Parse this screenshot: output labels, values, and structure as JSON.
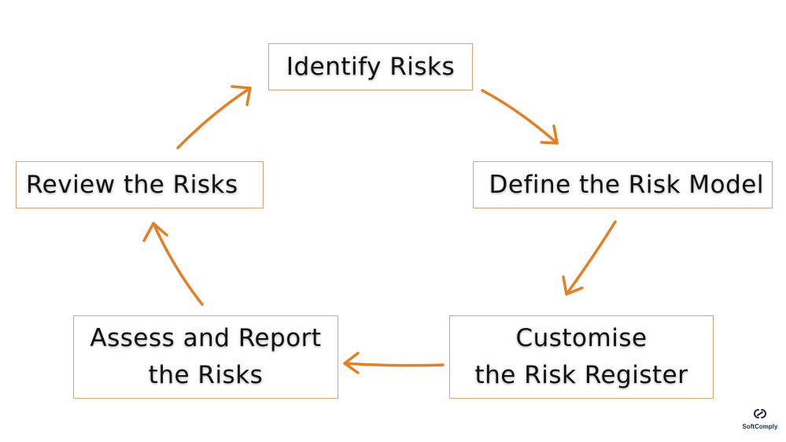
{
  "colors": {
    "arrow": "#e67e22",
    "box_border": "#e8a070",
    "text": "#111111"
  },
  "steps": [
    {
      "id": "identify",
      "label": "Identify Risks"
    },
    {
      "id": "define",
      "label": "Define the Risk Model"
    },
    {
      "id": "customise",
      "label": "Customise\nthe Risk Register"
    },
    {
      "id": "assess",
      "label": "Assess and Report\nthe Risks"
    },
    {
      "id": "review",
      "label": "Review the Risks"
    }
  ],
  "flow": [
    "identify",
    "define",
    "customise",
    "assess",
    "review",
    "identify"
  ],
  "logo": {
    "text": "SoftComply",
    "icon": "softcomply-logo-icon"
  }
}
